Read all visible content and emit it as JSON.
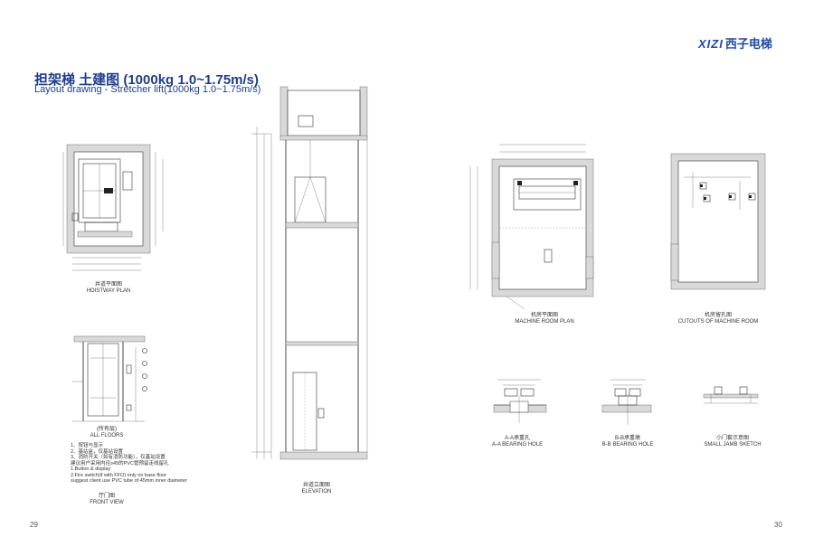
{
  "header": {
    "title_cn": "担架梯 土建图 (1000kg 1.0~1.75m/s)",
    "title_en": "Layout drawing - Stretcher lift(1000kg 1.0~1.75m/s)"
  },
  "brand": {
    "logo_en": "XIZI",
    "logo_cn": "西子电梯"
  },
  "captions": {
    "hoistway_cn": "井道平面图",
    "hoistway_en": "HOISTWAY PLAN",
    "front_cn": "厅门图",
    "front_en": "FRONT VIEW",
    "front_sub_cn": "(所有层)",
    "front_sub_en": "ALL FLOORS",
    "elevation_cn": "井道立面图",
    "elevation_en": "ELEVATION",
    "machine_cn": "机房平面图",
    "machine_en": "MACHINE ROOM PLAN",
    "cutouts_cn": "机房留孔图",
    "cutouts_en": "CUTOUTS OF MACHINE ROOM",
    "aa_cn": "A-A承重孔",
    "aa_en": "A-A BEARING HOLE",
    "bb_cn": "B-B承重墩",
    "bb_en": "B-B BEARING HOLE",
    "jamb_cn": "小门套示意图",
    "jamb_en": "SMALL JAMB SKETCH"
  },
  "notes": [
    "1、按钮与显示",
    "2、基站盒，仅基站设置",
    "3、消防开关（如有消防功能），仅基站设置",
    "建议用户采用内径≥45的PVC管预留走线留孔",
    "1.Button & display",
    "2.Fire switch(if with FFO) only on base floor",
    "suggest client use PVC tube of 45mm inner diameter"
  ],
  "page_numbers": {
    "left": "29",
    "right": "30"
  },
  "colors": {
    "title": "#1f3c8a",
    "brand": "#1f4aa8",
    "line": "#333333",
    "wall": "#d9d9d9"
  }
}
